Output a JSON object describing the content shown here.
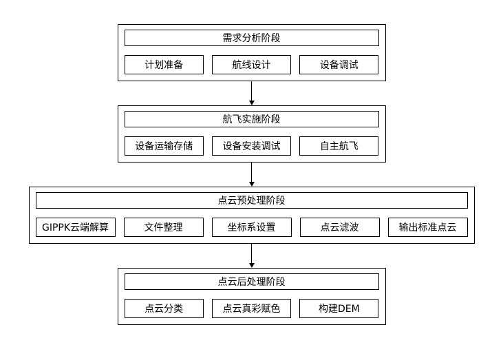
{
  "diagram": {
    "colors": {
      "border": "#000000",
      "background": "#ffffff",
      "text": "#000000"
    },
    "stages": [
      {
        "title": "需求分析阶段",
        "items": [
          "计划准备",
          "航线设计",
          "设备调试"
        ]
      },
      {
        "title": "航飞实施阶段",
        "items": [
          "设备运输存储",
          "设备安装调试",
          "自主航飞"
        ]
      },
      {
        "title": "点云预处理阶段",
        "items": [
          "GIPPK云端解算",
          "文件整理",
          "坐标系设置",
          "点云滤波",
          "输出标准点云"
        ]
      },
      {
        "title": "点云后处理阶段",
        "items": [
          "点云分类",
          "点云真彩赋色",
          "构建DEM"
        ]
      }
    ]
  }
}
